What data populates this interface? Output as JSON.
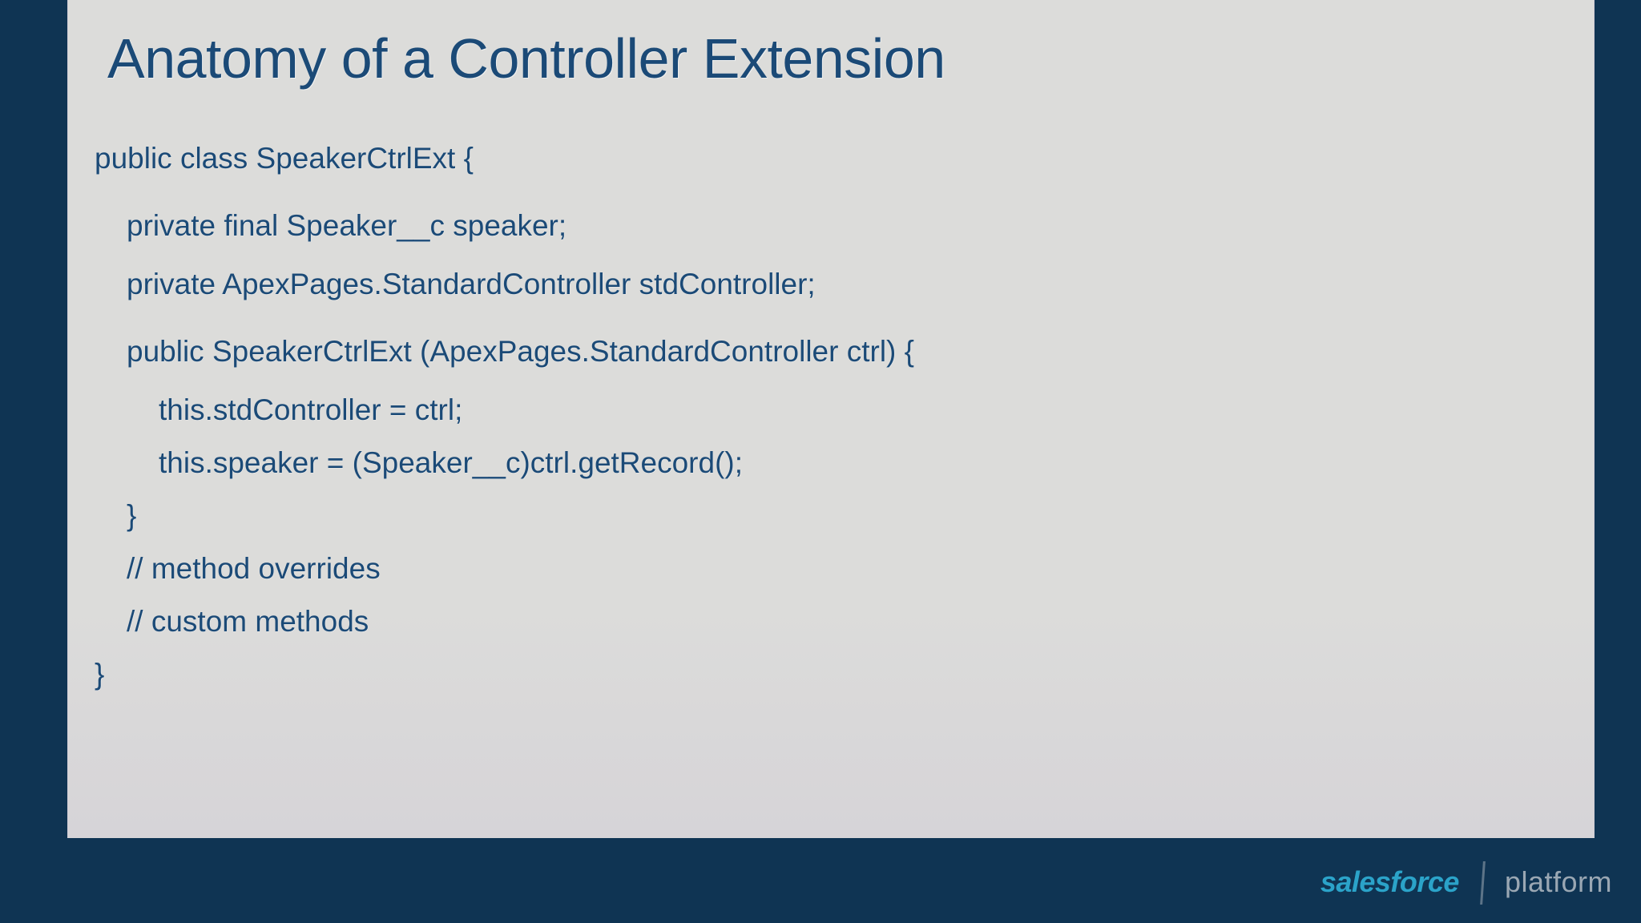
{
  "slide": {
    "title": "Anatomy of a Controller Extension",
    "background_color": "#0f3453",
    "panel_color": "#dcdcda",
    "text_color": "#1b4a77"
  },
  "code": {
    "lines": [
      {
        "text": "public class SpeakerCtrlExt {",
        "indent": 0
      },
      {
        "text": "private final Speaker__c speaker;",
        "indent": 1
      },
      {
        "text": "private ApexPages.StandardController stdController;",
        "indent": 1
      },
      {
        "text": "public SpeakerCtrlExt (ApexPages.StandardController ctrl) {",
        "indent": 1
      },
      {
        "text": "this.stdController = ctrl;",
        "indent": 2
      },
      {
        "text": "this.speaker = (Speaker__c)ctrl.getRecord();",
        "indent": 2
      },
      {
        "text": "}",
        "indent": 1
      },
      {
        "text": "// method overrides",
        "indent": 1
      },
      {
        "text": "// custom methods",
        "indent": 1
      },
      {
        "text": "}",
        "indent": 0
      }
    ]
  },
  "footer": {
    "brand_primary": "salesforce",
    "brand_secondary": "platform",
    "brand_primary_color": "#2ba3c9",
    "brand_secondary_color": "#9aa7b3"
  }
}
